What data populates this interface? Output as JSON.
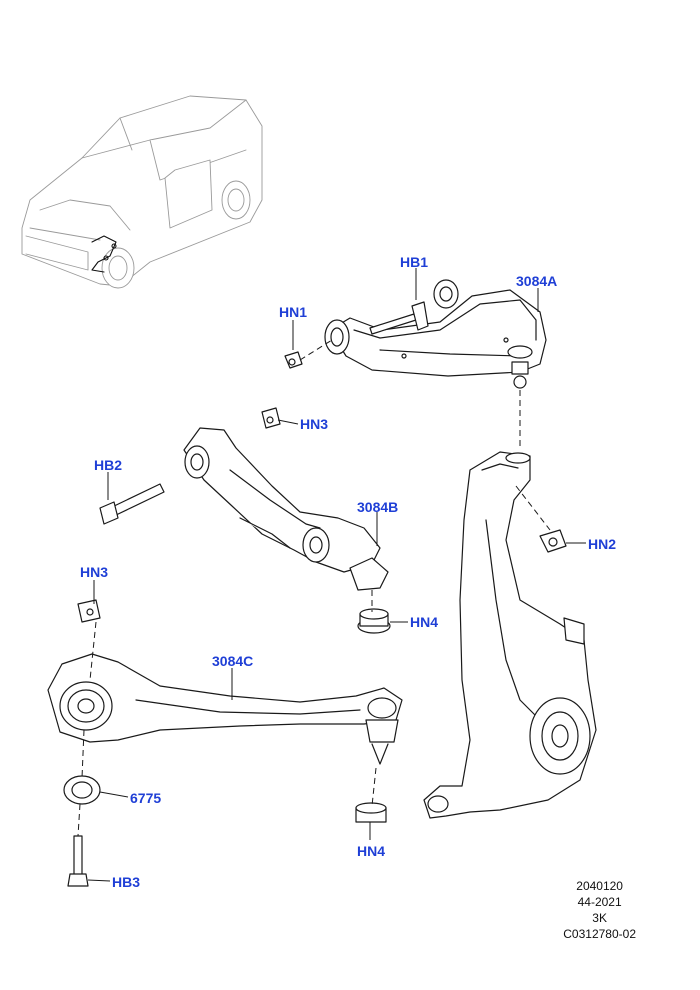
{
  "label_color": "#1f3fd6",
  "labels": {
    "hb1": "HB1",
    "a3084": "3084A",
    "hn1": "HN1",
    "hn3_top": "HN3",
    "hb2": "HB2",
    "b3084": "3084B",
    "hn2": "HN2",
    "hn4_mid": "HN4",
    "hn3_low": "HN3",
    "c3084": "3084C",
    "p6775": "6775",
    "hn4_low": "HN4",
    "hb3": "HB3"
  },
  "info": {
    "line1": "2040120",
    "line2": "44-2021",
    "line3": "3K",
    "line4": "C0312780-02"
  }
}
